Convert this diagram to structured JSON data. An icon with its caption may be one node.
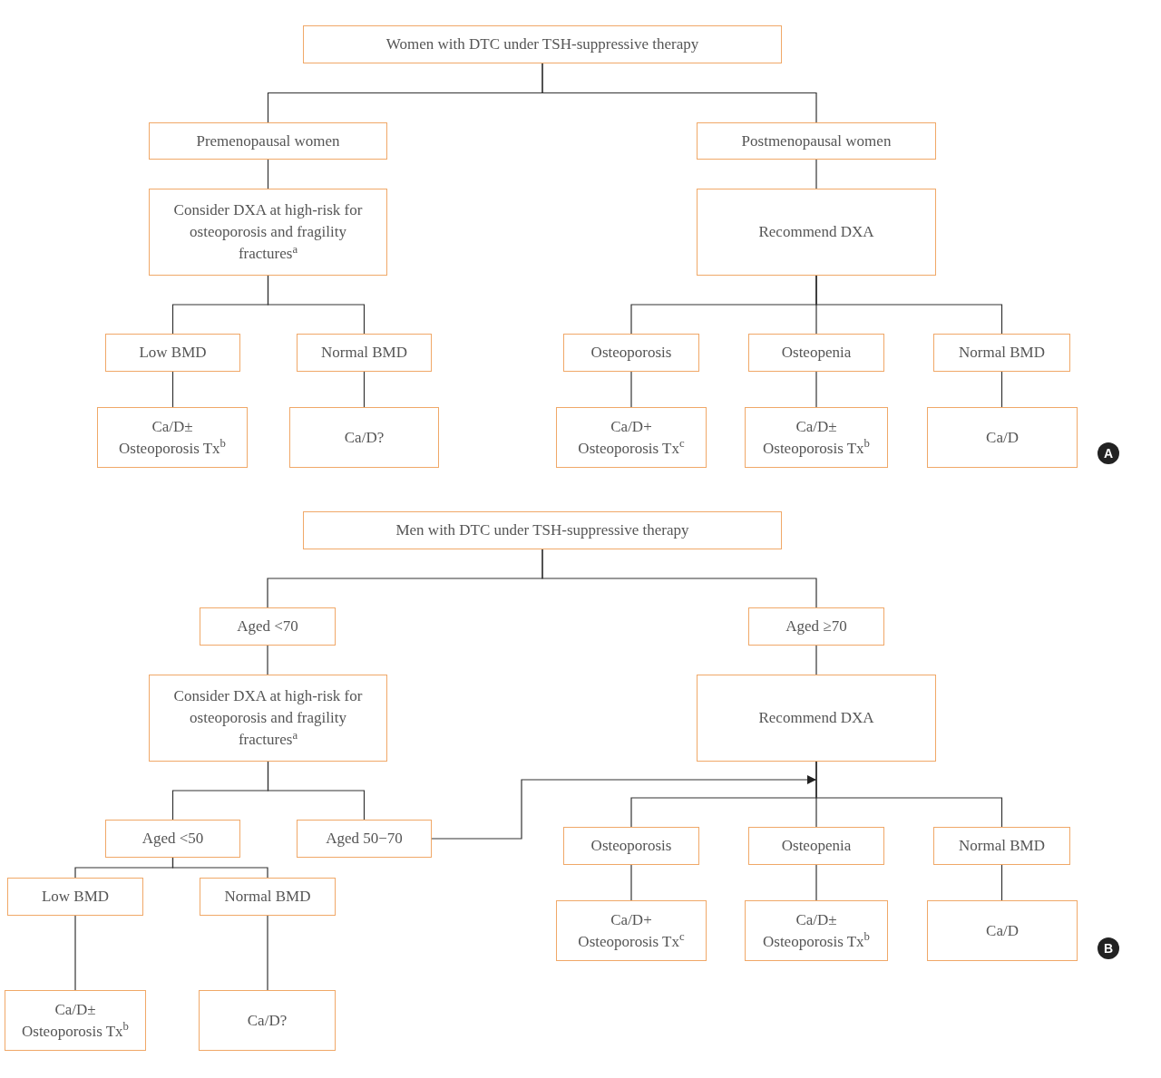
{
  "diagram": {
    "nodes": [
      {
        "text": [
          "Women with DTC under TSH-suppressive therapy"
        ]
      },
      {
        "text": [
          "Premenopausal women"
        ]
      },
      {
        "text": [
          "Postmenopausal women"
        ]
      },
      {
        "text": [
          "Consider DXA at high-risk for osteoporosis and fragility fractures$^{a}$"
        ]
      },
      {
        "text": [
          "Recommend DXA"
        ]
      },
      {
        "text": [
          "Low BMD"
        ]
      },
      {
        "text": [
          "Normal BMD"
        ]
      },
      {
        "text": [
          "Osteoporosis"
        ]
      },
      {
        "text": [
          "Osteopenia"
        ]
      },
      {
        "text": [
          "Normal BMD"
        ]
      },
      {
        "text": [
          "Ca/D± Osteoporosis Tx$^{b}$"
        ]
      },
      {
        "text": [
          "Ca/D?"
        ]
      },
      {
        "text": [
          "Ca/D+ Osteoporosis Tx$^{c}$"
        ]
      },
      {
        "text": [
          "Ca/D± Osteoporosis Tx$^{b}$"
        ]
      },
      {
        "text": [
          "Ca/D"
        ]
      },
      {
        "text": [
          "Men with DTC under TSH-suppressive therapy"
        ]
      },
      {
        "text": [
          "Aged <70"
        ]
      },
      {
        "text": [
          "Aged ≥70"
        ]
      },
      {
        "text": [
          "Consider DXA at high-risk for osteoporosis and fragility fractures$^{a}$"
        ]
      },
      {
        "text": [
          "Recommend DXA"
        ]
      },
      {
        "text": [
          "Aged <50"
        ]
      },
      {
        "text": [
          "Aged 50−70"
        ]
      },
      {
        "text": [
          "Osteoporosis"
        ]
      },
      {
        "text": [
          "Osteopenia"
        ]
      },
      {
        "text": [
          "Normal BMD"
        ]
      },
      {
        "text": [
          "Ca/D+ Osteoporosis Tx$^{c}$"
        ]
      },
      {
        "text": [
          "Ca/D± Osteoporosis Tx$^{b}$"
        ]
      },
      {
        "text": [
          "Ca/D"
        ]
      },
      {
        "text": [
          "Low BMD"
        ]
      },
      {
        "text": [
          "Normal BMD"
        ]
      },
      {
        "text": [
          "Ca/D± Osteoporosis Tx$^{b}$"
        ]
      },
      {
        "text": [
          "Ca/D?"
        ]
      }
    ],
    "edges": [
      {
        "from": 0,
        "to": 1,
        "arrow": "none"
      },
      {
        "from": 0,
        "to": 2,
        "arrow": "none"
      },
      {
        "from": 1,
        "to": 3,
        "arrow": "none"
      },
      {
        "from": 2,
        "to": 4,
        "arrow": "none"
      },
      {
        "from": 3,
        "to": 5,
        "arrow": "none"
      },
      {
        "from": 3,
        "to": 6,
        "arrow": "none"
      },
      {
        "from": 4,
        "to": 7,
        "arrow": "none"
      },
      {
        "from": 4,
        "to": 8,
        "arrow": "none"
      },
      {
        "from": 4,
        "to": 9,
        "arrow": "none"
      },
      {
        "from": 5,
        "to": 10,
        "arrow": "none"
      },
      {
        "from": 6,
        "to": 11,
        "arrow": "none"
      },
      {
        "from": 7,
        "to": 12,
        "arrow": "none"
      },
      {
        "from": 8,
        "to": 13,
        "arrow": "none"
      },
      {
        "from": 9,
        "to": 14,
        "arrow": "none"
      },
      {
        "from": 15,
        "to": 16,
        "arrow": "none"
      },
      {
        "from": 15,
        "to": 17,
        "arrow": "none"
      },
      {
        "from": 16,
        "to": 18,
        "arrow": "none"
      },
      {
        "from": 17,
        "to": 19,
        "arrow": "none"
      },
      {
        "from": 18,
        "to": 20,
        "arrow": "none"
      },
      {
        "from": 18,
        "to": 21,
        "arrow": "none"
      },
      {
        "from": 19,
        "to": 22,
        "arrow": "none"
      },
      {
        "from": 19,
        "to": 23,
        "arrow": "none"
      },
      {
        "from": 19,
        "to": 24,
        "arrow": "none"
      },
      {
        "from": 21,
        "to": 19,
        "arrow": "to"
      },
      {
        "from": 22,
        "to": 25,
        "arrow": "none"
      },
      {
        "from": 23,
        "to": 26,
        "arrow": "none"
      },
      {
        "from": 24,
        "to": 27,
        "arrow": "none"
      },
      {
        "from": 20,
        "to": 28,
        "arrow": "none"
      },
      {
        "from": 20,
        "to": 29,
        "arrow": "none"
      },
      {
        "from": 28,
        "to": 30,
        "arrow": "none"
      },
      {
        "from": 29,
        "to": 31,
        "arrow": "none"
      }
    ],
    "labels": [
      "A",
      "B"
    ]
  }
}
